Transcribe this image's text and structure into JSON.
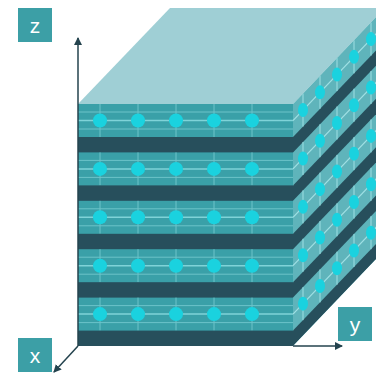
{
  "diagram": {
    "nodes": [
      {
        "text": [
          "z"
        ]
      },
      {
        "text": [
          "x"
        ]
      },
      {
        "text": [
          "y"
        ]
      }
    ]
  }
}
